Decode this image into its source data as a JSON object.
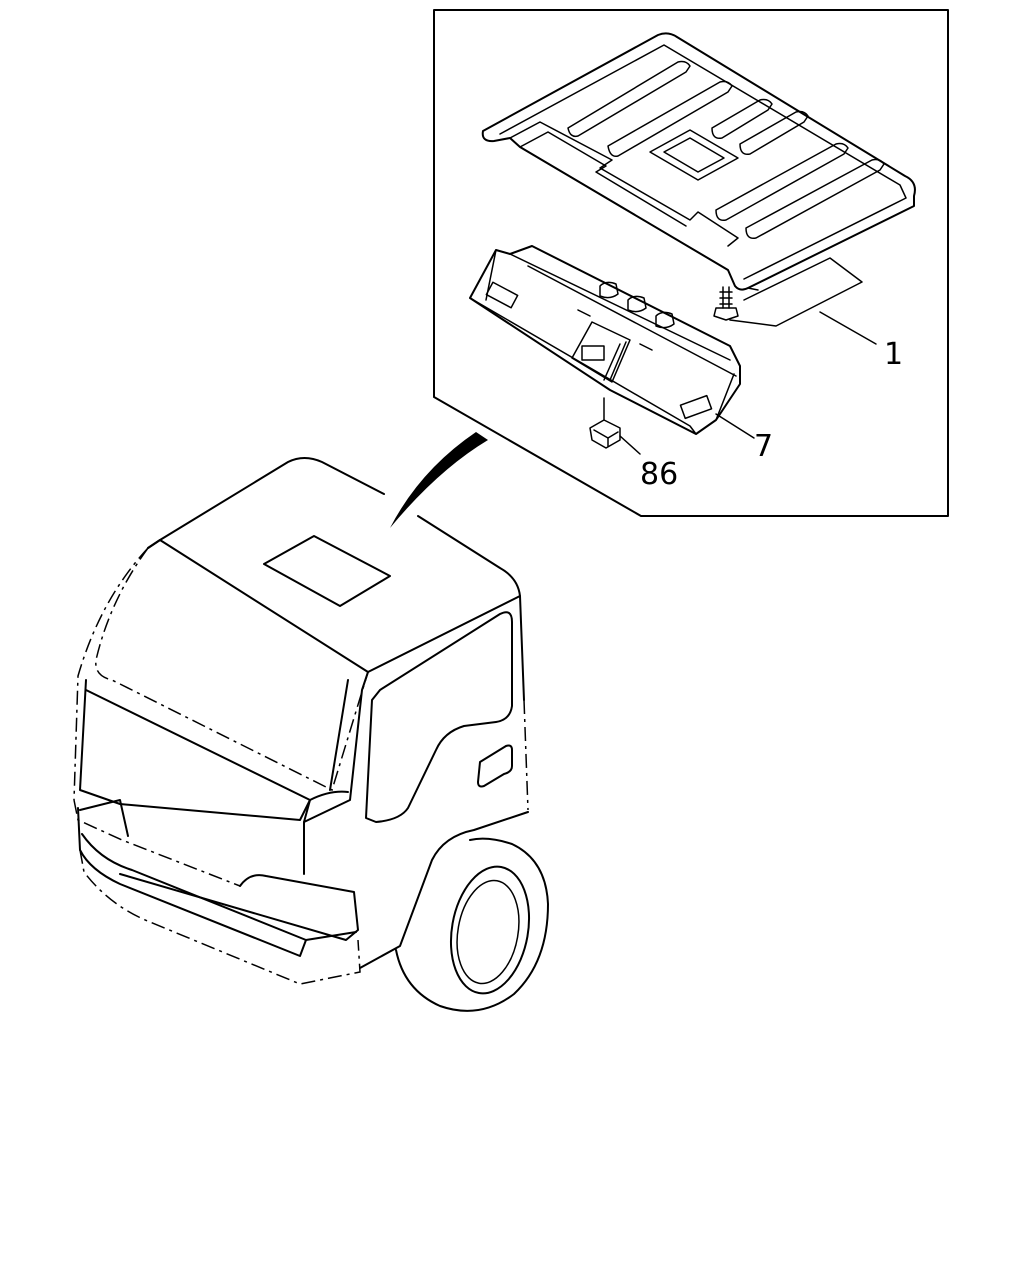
{
  "callouts": {
    "part_1": "1",
    "part_7": "7",
    "part_86": "86"
  },
  "colors": {
    "line": "#000000",
    "background": "#ffffff"
  }
}
